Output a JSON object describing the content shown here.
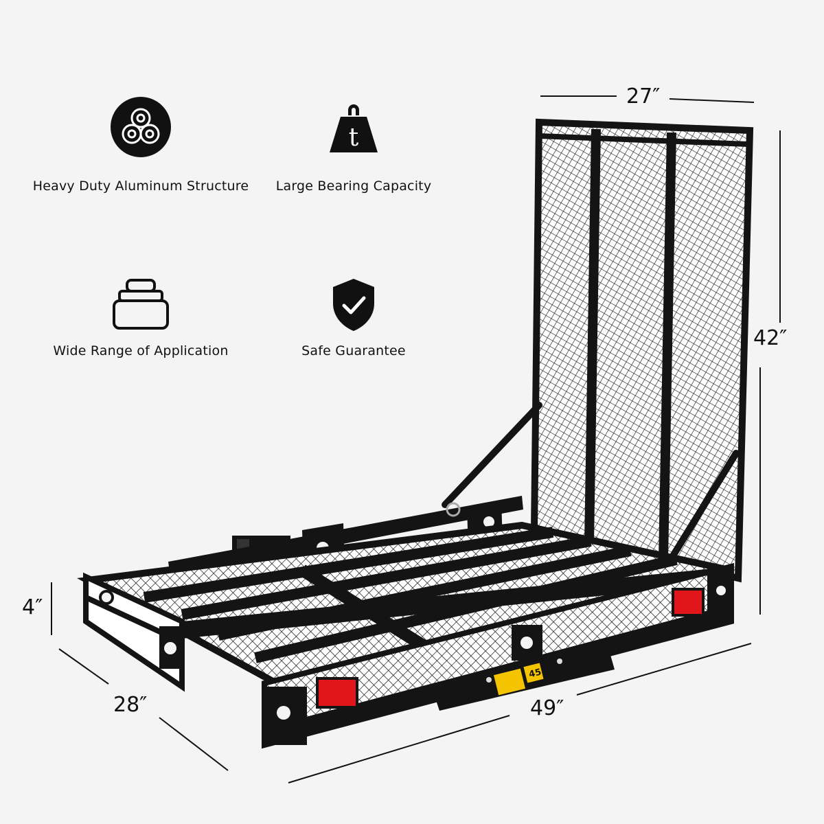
{
  "features": [
    {
      "icon": "aluminum-tubes-icon",
      "label": "Heavy Duty Aluminum Structure"
    },
    {
      "icon": "weight-ton-icon",
      "label": "Large Bearing Capacity"
    },
    {
      "icon": "stacked-layers-icon",
      "label": "Wide Range of Application"
    },
    {
      "icon": "shield-check-icon",
      "label": "Safe Guarantee"
    }
  ],
  "dimensions": {
    "ramp_width": "27″",
    "ramp_height": "42″",
    "side_height": "4″",
    "depth": "28″",
    "length": "49″"
  },
  "warning_label": "45",
  "colors": {
    "background": "#f4f4f4",
    "frame": "#141414",
    "reflector": "#e0161b",
    "label_yellow": "#f5c400"
  }
}
